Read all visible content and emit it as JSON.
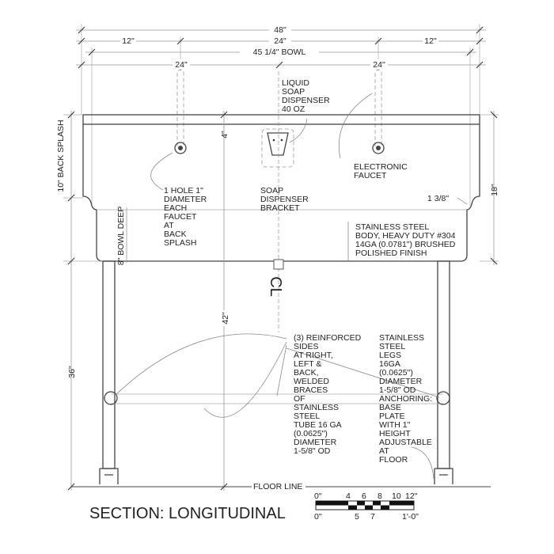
{
  "dimensions": {
    "overall": "48\"",
    "left_offset": "12\"",
    "center_span": "24\"",
    "right_offset": "12\"",
    "bowl": "45 1/4\" BOWL",
    "faucet_left": "24\"",
    "faucet_right": "24\"",
    "back_splash": "10\" BACK SPLASH",
    "bowl_deep": "8\" BOWL DEEP",
    "leg_height": "36\"",
    "total_height": "42\"",
    "faucet_drop": "4\"",
    "right_height": "18\"",
    "rim": "1 3/8\""
  },
  "notes": {
    "soap": [
      "LIQUID",
      "SOAP",
      "DISPENSER",
      "40 OZ"
    ],
    "faucet": [
      "ELECTRONIC",
      "FAUCET"
    ],
    "hole": [
      "1 HOLE 1\"",
      "DIAMETER",
      "EACH",
      "FAUCET",
      "AT",
      "BACK",
      "SPLASH"
    ],
    "bracket": [
      "SOAP",
      "DISPENSER",
      "BRACKET"
    ],
    "body": [
      "STAINLESS STEEL",
      "BODY, HEAVY DUTY #304",
      "14GA (0.0781\") BRUSHED",
      "POLISHED FINISH"
    ],
    "braces": [
      "(3) REINFORCED",
      "SIDES",
      "AT RIGHT,",
      "LEFT &",
      "BACK,",
      "WELDED",
      "BRACES",
      "OF",
      "STAINLESS",
      "STEEL",
      "TUBE 16 GA",
      "(0.0625\")",
      "DIAMETER",
      "1-5/8\" OD"
    ],
    "legs": [
      "STAINLESS",
      "STEEL",
      "LEGS",
      "16GA",
      "(0.0625\")",
      "DIAMETER",
      "1-5/8\" OD",
      "ANCHORING:",
      "BASE",
      "PLATE",
      "WITH 1\"",
      "HEIGHT",
      "ADJUSTABLE",
      "AT",
      "FLOOR"
    ],
    "floor": "FLOOR LINE",
    "centerline": "CL"
  },
  "scale": {
    "top": [
      "0\"",
      "4",
      "6",
      "8",
      "10",
      "12\""
    ],
    "bottom": [
      "0\"",
      "5",
      "7",
      "1'-0\""
    ]
  },
  "title": "SECTION: LONGITUDINAL"
}
